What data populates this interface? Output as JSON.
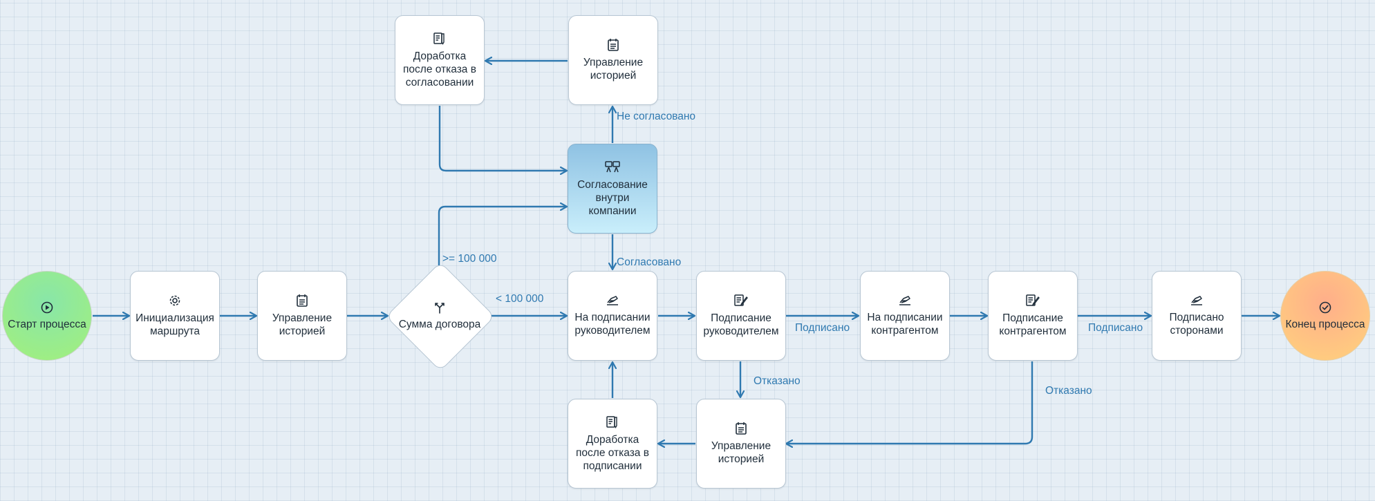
{
  "nodes": {
    "start": {
      "label": "Старт процесса",
      "icon": "play-icon"
    },
    "route_init": {
      "label": "Инициализация маршрута",
      "icon": "gear-icon"
    },
    "history1": {
      "label": "Управление историей",
      "icon": "calendar-icon"
    },
    "gateway_sum": {
      "label": "Сумма договора",
      "icon": "split-icon"
    },
    "approval": {
      "label": "Согласование внутри компании",
      "icon": "people-icon"
    },
    "history_top": {
      "label": "Управление историей",
      "icon": "calendar-icon"
    },
    "rework_approval": {
      "label": "Доработка после отказа в согласовании",
      "icon": "doc-edit-icon"
    },
    "sign_manager": {
      "label": "На подписании руководителем",
      "icon": "signature-icon"
    },
    "signed_manager": {
      "label": "Подписание руководителем",
      "icon": "sign-doc-icon"
    },
    "history_bottom": {
      "label": "Управление историей",
      "icon": "calendar-icon"
    },
    "rework_sign": {
      "label": "Доработка после отказа в подписании",
      "icon": "doc-edit-icon"
    },
    "sign_contractor": {
      "label": "На подписании контрагентом",
      "icon": "signature-icon"
    },
    "signed_contractor": {
      "label": "Подписание контрагентом",
      "icon": "sign-doc-icon"
    },
    "signed_parties": {
      "label": "Подписано сторонами",
      "icon": "signature-icon"
    },
    "end": {
      "label": "Конец процесса",
      "icon": "check-circle-icon"
    }
  },
  "edge_labels": {
    "ge_100000": ">= 100 000",
    "lt_100000": "< 100 000",
    "not_approved": "Не согласовано",
    "approved": "Согласовано",
    "signed_1": "Подписано",
    "signed_2": "Подписано",
    "declined_1": "Отказано",
    "declined_2": "Отказано"
  },
  "colors": {
    "edge": "#2f79b0",
    "active_top": "#8fc2e3",
    "active_bottom": "#c9eefb",
    "start_fill": "#a4f07a",
    "end_fill": "#ffc07f"
  }
}
